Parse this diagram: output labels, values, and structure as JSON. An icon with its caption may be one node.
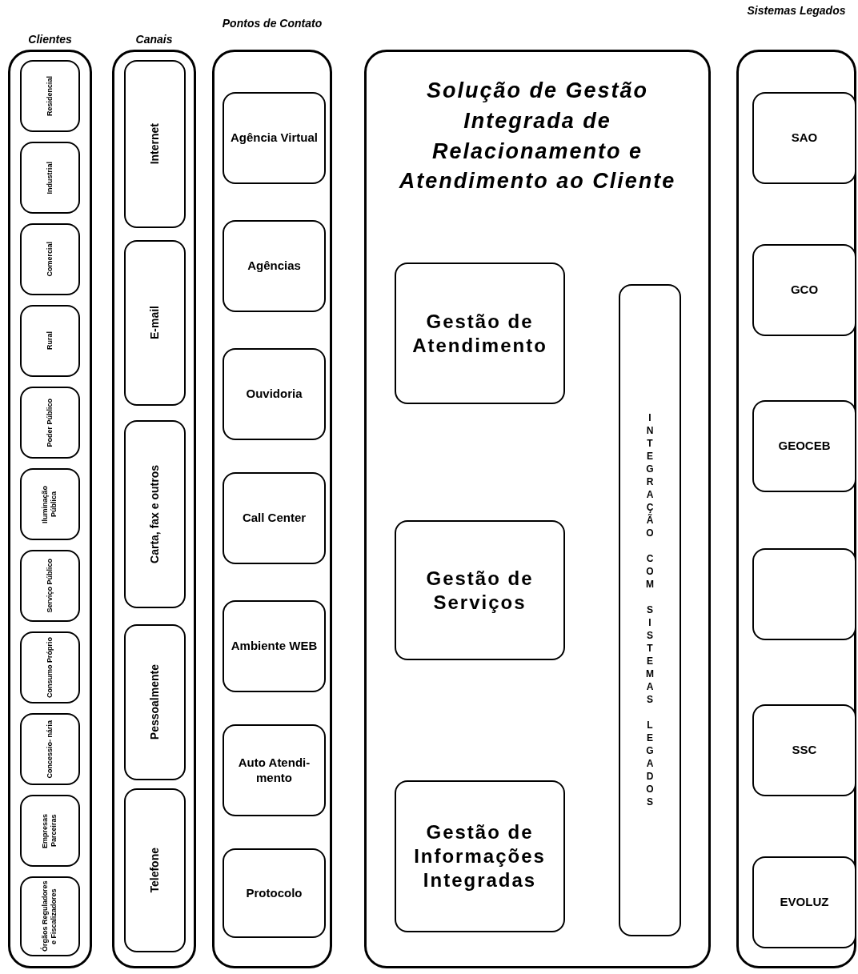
{
  "diagram": {
    "nodes": [
      {
        "text": [
          "Clientes"
        ]
      },
      {
        "text": [
          "Residencial"
        ],
        "in": 0
      },
      {
        "text": [
          "Industrial"
        ],
        "in": 0
      },
      {
        "text": [
          "Comercial"
        ],
        "in": 0
      },
      {
        "text": [
          "Rural"
        ],
        "in": 0
      },
      {
        "text": [
          "Poder Público"
        ],
        "in": 0
      },
      {
        "text": [
          "Iluminação Pública"
        ],
        "in": 0
      },
      {
        "text": [
          "Serviço Público"
        ],
        "in": 0
      },
      {
        "text": [
          "Consumo Próprio"
        ],
        "in": 0
      },
      {
        "text": [
          "Concessio- nária"
        ],
        "in": 0
      },
      {
        "text": [
          "Empresas Parceiras"
        ],
        "in": 0
      },
      {
        "text": [
          "Órgãos Reguladores e Fiscalizadores"
        ],
        "in": 0
      },
      {
        "text": [
          "Canais"
        ]
      },
      {
        "text": [
          "Internet"
        ],
        "in": 12
      },
      {
        "text": [
          "E-mail"
        ],
        "in": 12
      },
      {
        "text": [
          "Carta, fax e outros"
        ],
        "in": 12
      },
      {
        "text": [
          "Pessoalmente"
        ],
        "in": 12
      },
      {
        "text": [
          "Telefone"
        ],
        "in": 12
      },
      {
        "text": [
          "Pontos de Contato"
        ]
      },
      {
        "text": [
          "Agência Virtual"
        ],
        "in": 18
      },
      {
        "text": [
          "Agências"
        ],
        "in": 18
      },
      {
        "text": [
          "Ouvidoria"
        ],
        "in": 18
      },
      {
        "text": [
          "Call Center"
        ],
        "in": 18
      },
      {
        "text": [
          "Ambiente WEB"
        ],
        "in": 18
      },
      {
        "text": [
          "Auto Atendi- mento"
        ],
        "in": 18
      },
      {
        "text": [
          "Protocolo"
        ],
        "in": 18
      },
      {
        "text": [
          "Solução de Gestão Integrada de Relacionamento e Atendimento ao Cliente"
        ]
      },
      {
        "text": [
          "Gestão de Atendimento"
        ],
        "in": 26
      },
      {
        "text": [
          "Gestão de Serviços"
        ],
        "in": 26
      },
      {
        "text": [
          "Gestão de Informações Integradas"
        ],
        "in": 26
      },
      {
        "text": [
          "INTEGRAÇÃO COM SISTEMAS LEGADOS"
        ],
        "in": 26
      },
      {
        "text": [
          "Sistemas Legados"
        ]
      },
      {
        "text": [
          "SAO"
        ],
        "in": 31
      },
      {
        "text": [
          "GCO"
        ],
        "in": 31
      },
      {
        "text": [
          "GEOCEB"
        ],
        "in": 31
      },
      {
        "text": [],
        "shape": "box",
        "in": 31
      },
      {
        "text": [
          "SSC"
        ],
        "in": 31
      },
      {
        "text": [
          "EVOLUZ"
        ],
        "in": 31
      }
    ]
  }
}
